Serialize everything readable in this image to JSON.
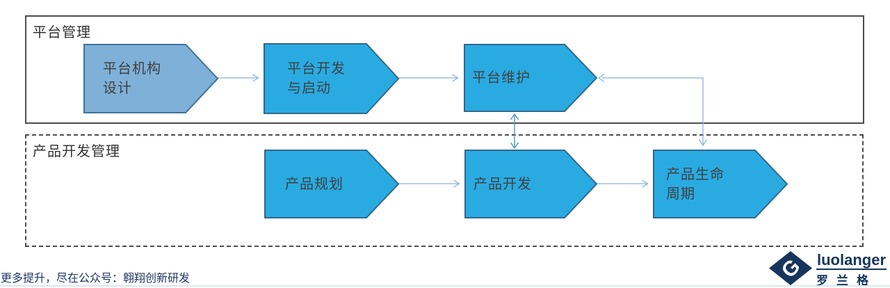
{
  "sections": {
    "platform": {
      "title": "平台管理"
    },
    "product": {
      "title": "产品开发管理"
    }
  },
  "shapes": {
    "platform_design": {
      "line1": "平台机构",
      "line2": "设计"
    },
    "platform_dev": {
      "line1": "平台开发",
      "line2": "与启动"
    },
    "platform_maintain": {
      "line1": "平台维护"
    },
    "product_plan": {
      "line1": "产品规划"
    },
    "product_dev": {
      "line1": "产品开发"
    },
    "product_lifecycle": {
      "line1": "产品生命",
      "line2": "周期"
    }
  },
  "footer": {
    "promo": "更多提升，尽在公众号：翱翔创新研发"
  },
  "logo": {
    "name": "luolanger",
    "cn": "罗兰格",
    "monogram": "G"
  },
  "colors": {
    "shape_fill_light": "#7eb0d8",
    "shape_stroke_light": "#41719c",
    "shape_fill_bright": "#29abe2",
    "shape_stroke_bright": "#31688c",
    "connector": "#85b4e0",
    "connector_strong": "#3e8ec4",
    "box_border": "#4d4d4d",
    "title_text": "#333333",
    "shape_text": "#404040",
    "footer_text": "#1f3864",
    "logo_navy": "#16355c"
  }
}
